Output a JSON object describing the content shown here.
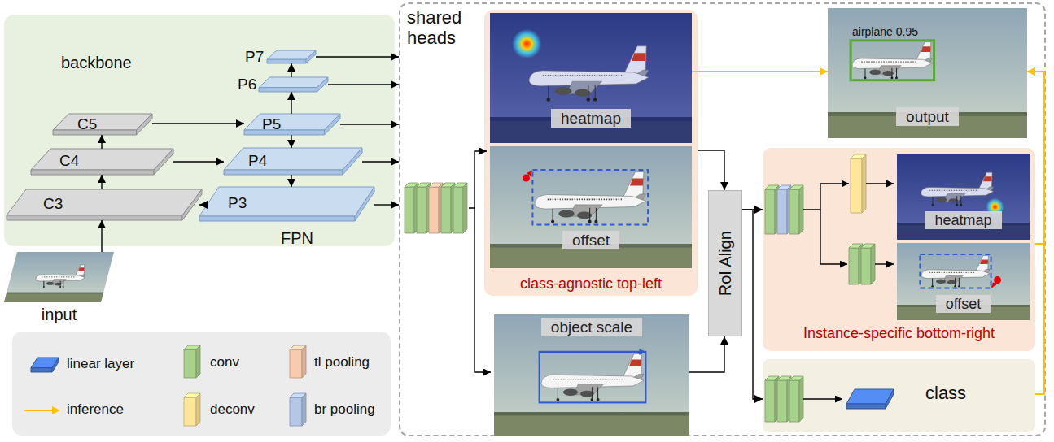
{
  "diagram": {
    "nodes": [
      {
        "text": [
          "backbone"
        ]
      },
      {
        "text": [
          "C5"
        ],
        "in": 0
      },
      {
        "text": [
          "C4"
        ],
        "in": 0
      },
      {
        "text": [
          "C3"
        ],
        "in": 0
      },
      {
        "text": [
          "P7"
        ],
        "in": 0
      },
      {
        "text": [
          "P6"
        ],
        "in": 0
      },
      {
        "text": [
          "P5"
        ],
        "in": 0
      },
      {
        "text": [
          "P4"
        ],
        "in": 0
      },
      {
        "text": [
          "P3"
        ],
        "in": 0
      },
      {
        "text": [
          "input"
        ]
      },
      {
        "text": [
          "shared heads"
        ]
      },
      {
        "text": [
          "class-agnostic top-left"
        ],
        "in": 10
      },
      {
        "text": [
          "heatmap"
        ],
        "in": 11
      },
      {
        "text": [
          "offset"
        ],
        "in": 11
      },
      {
        "text": [
          "object scale"
        ],
        "in": 10
      },
      {
        "text": [
          "RoI Align"
        ],
        "in": 10
      },
      {
        "text": [
          "airplane 0.95",
          "output"
        ],
        "in": 10
      },
      {
        "text": [
          "Instance-specific bottom-right"
        ],
        "in": 10
      },
      {
        "text": [
          "heatmap"
        ],
        "in": 17
      },
      {
        "text": [
          "offset"
        ],
        "in": 17
      },
      {
        "text": [
          "class"
        ],
        "in": 10
      }
    ],
    "edges": [
      {
        "from": 9,
        "to": 3,
        "arrow": "to"
      },
      {
        "from": 3,
        "to": 2,
        "arrow": "to"
      },
      {
        "from": 2,
        "to": 1,
        "arrow": "to"
      },
      {
        "from": 1,
        "to": 6,
        "arrow": "to"
      },
      {
        "from": 2,
        "to": 7,
        "arrow": "to"
      },
      {
        "from": 3,
        "to": 8,
        "arrow": "to"
      },
      {
        "from": 6,
        "to": 7,
        "arrow": "to"
      },
      {
        "from": 7,
        "to": 8,
        "arrow": "to"
      },
      {
        "from": 6,
        "to": 5,
        "arrow": "to"
      },
      {
        "from": 5,
        "to": 4,
        "arrow": "to"
      },
      {
        "from": 4,
        "to": 10,
        "arrow": "to"
      },
      {
        "from": 5,
        "to": 10,
        "arrow": "to"
      },
      {
        "from": 6,
        "to": 10,
        "arrow": "to"
      },
      {
        "from": 7,
        "to": 10,
        "arrow": "to"
      },
      {
        "from": 8,
        "to": 10,
        "arrow": "to"
      },
      {
        "from": 11,
        "to": 15,
        "arrow": "to"
      },
      {
        "from": 14,
        "to": 15,
        "arrow": "to"
      },
      {
        "from": 15,
        "to": 17,
        "arrow": "to"
      },
      {
        "from": 15,
        "to": 20,
        "arrow": "to"
      },
      {
        "from": 12,
        "to": 16,
        "arrow": "to"
      },
      {
        "from": 17,
        "to": 16,
        "arrow": "to"
      },
      {
        "from": 20,
        "to": 16,
        "arrow": "to"
      }
    ],
    "labels": [
      "FPN"
    ],
    "legend": [
      {
        "text": "linear layer",
        "color": "#4472c4"
      },
      {
        "text": "conv",
        "color": "#a9d18e"
      },
      {
        "text": "tl pooling",
        "color": "#f8cbad"
      },
      {
        "text": "inference"
      },
      {
        "text": "deconv",
        "color": "#ffe699"
      },
      {
        "text": "br pooling",
        "color": "#b4c7e7"
      }
    ]
  }
}
